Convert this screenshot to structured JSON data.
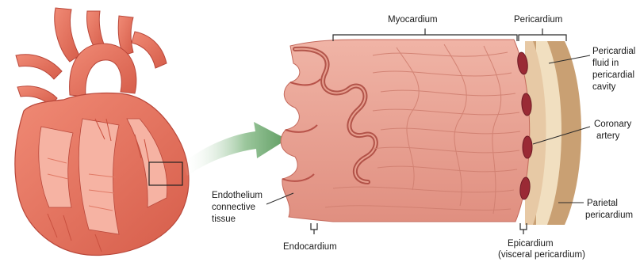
{
  "labels": {
    "myocardium": "Myocardium",
    "pericardium": "Pericardium",
    "pericardial_fluid": [
      "Pericardial",
      "fluid in",
      "pericardial",
      "cavity"
    ],
    "coronary_artery": [
      "Coronary",
      "artery"
    ],
    "parietal_pericardium": [
      "Parietal",
      "pericardium"
    ],
    "endothelium": [
      "Endothelium",
      "connective",
      "tissue"
    ],
    "endocardium": "Endocardium",
    "epicardium": [
      "Epicardium",
      "(visceral pericardium)"
    ]
  },
  "colors": {
    "heart": "#e8725e",
    "heart_dark": "#c9503f",
    "muscle": "#e59a8c",
    "muscle_light": "#f2bdb0",
    "muscle_dark": "#b8534a",
    "vessel": "#9a2a35",
    "pericardium_tan": "#c9a073",
    "pericardium_light": "#f1dfc0",
    "arrow_green": "#5f9d62"
  },
  "icons": {
    "heart": "anatomical-heart-illustration",
    "arrow": "magnify-arrow",
    "tissue": "heart-wall-cross-section"
  }
}
